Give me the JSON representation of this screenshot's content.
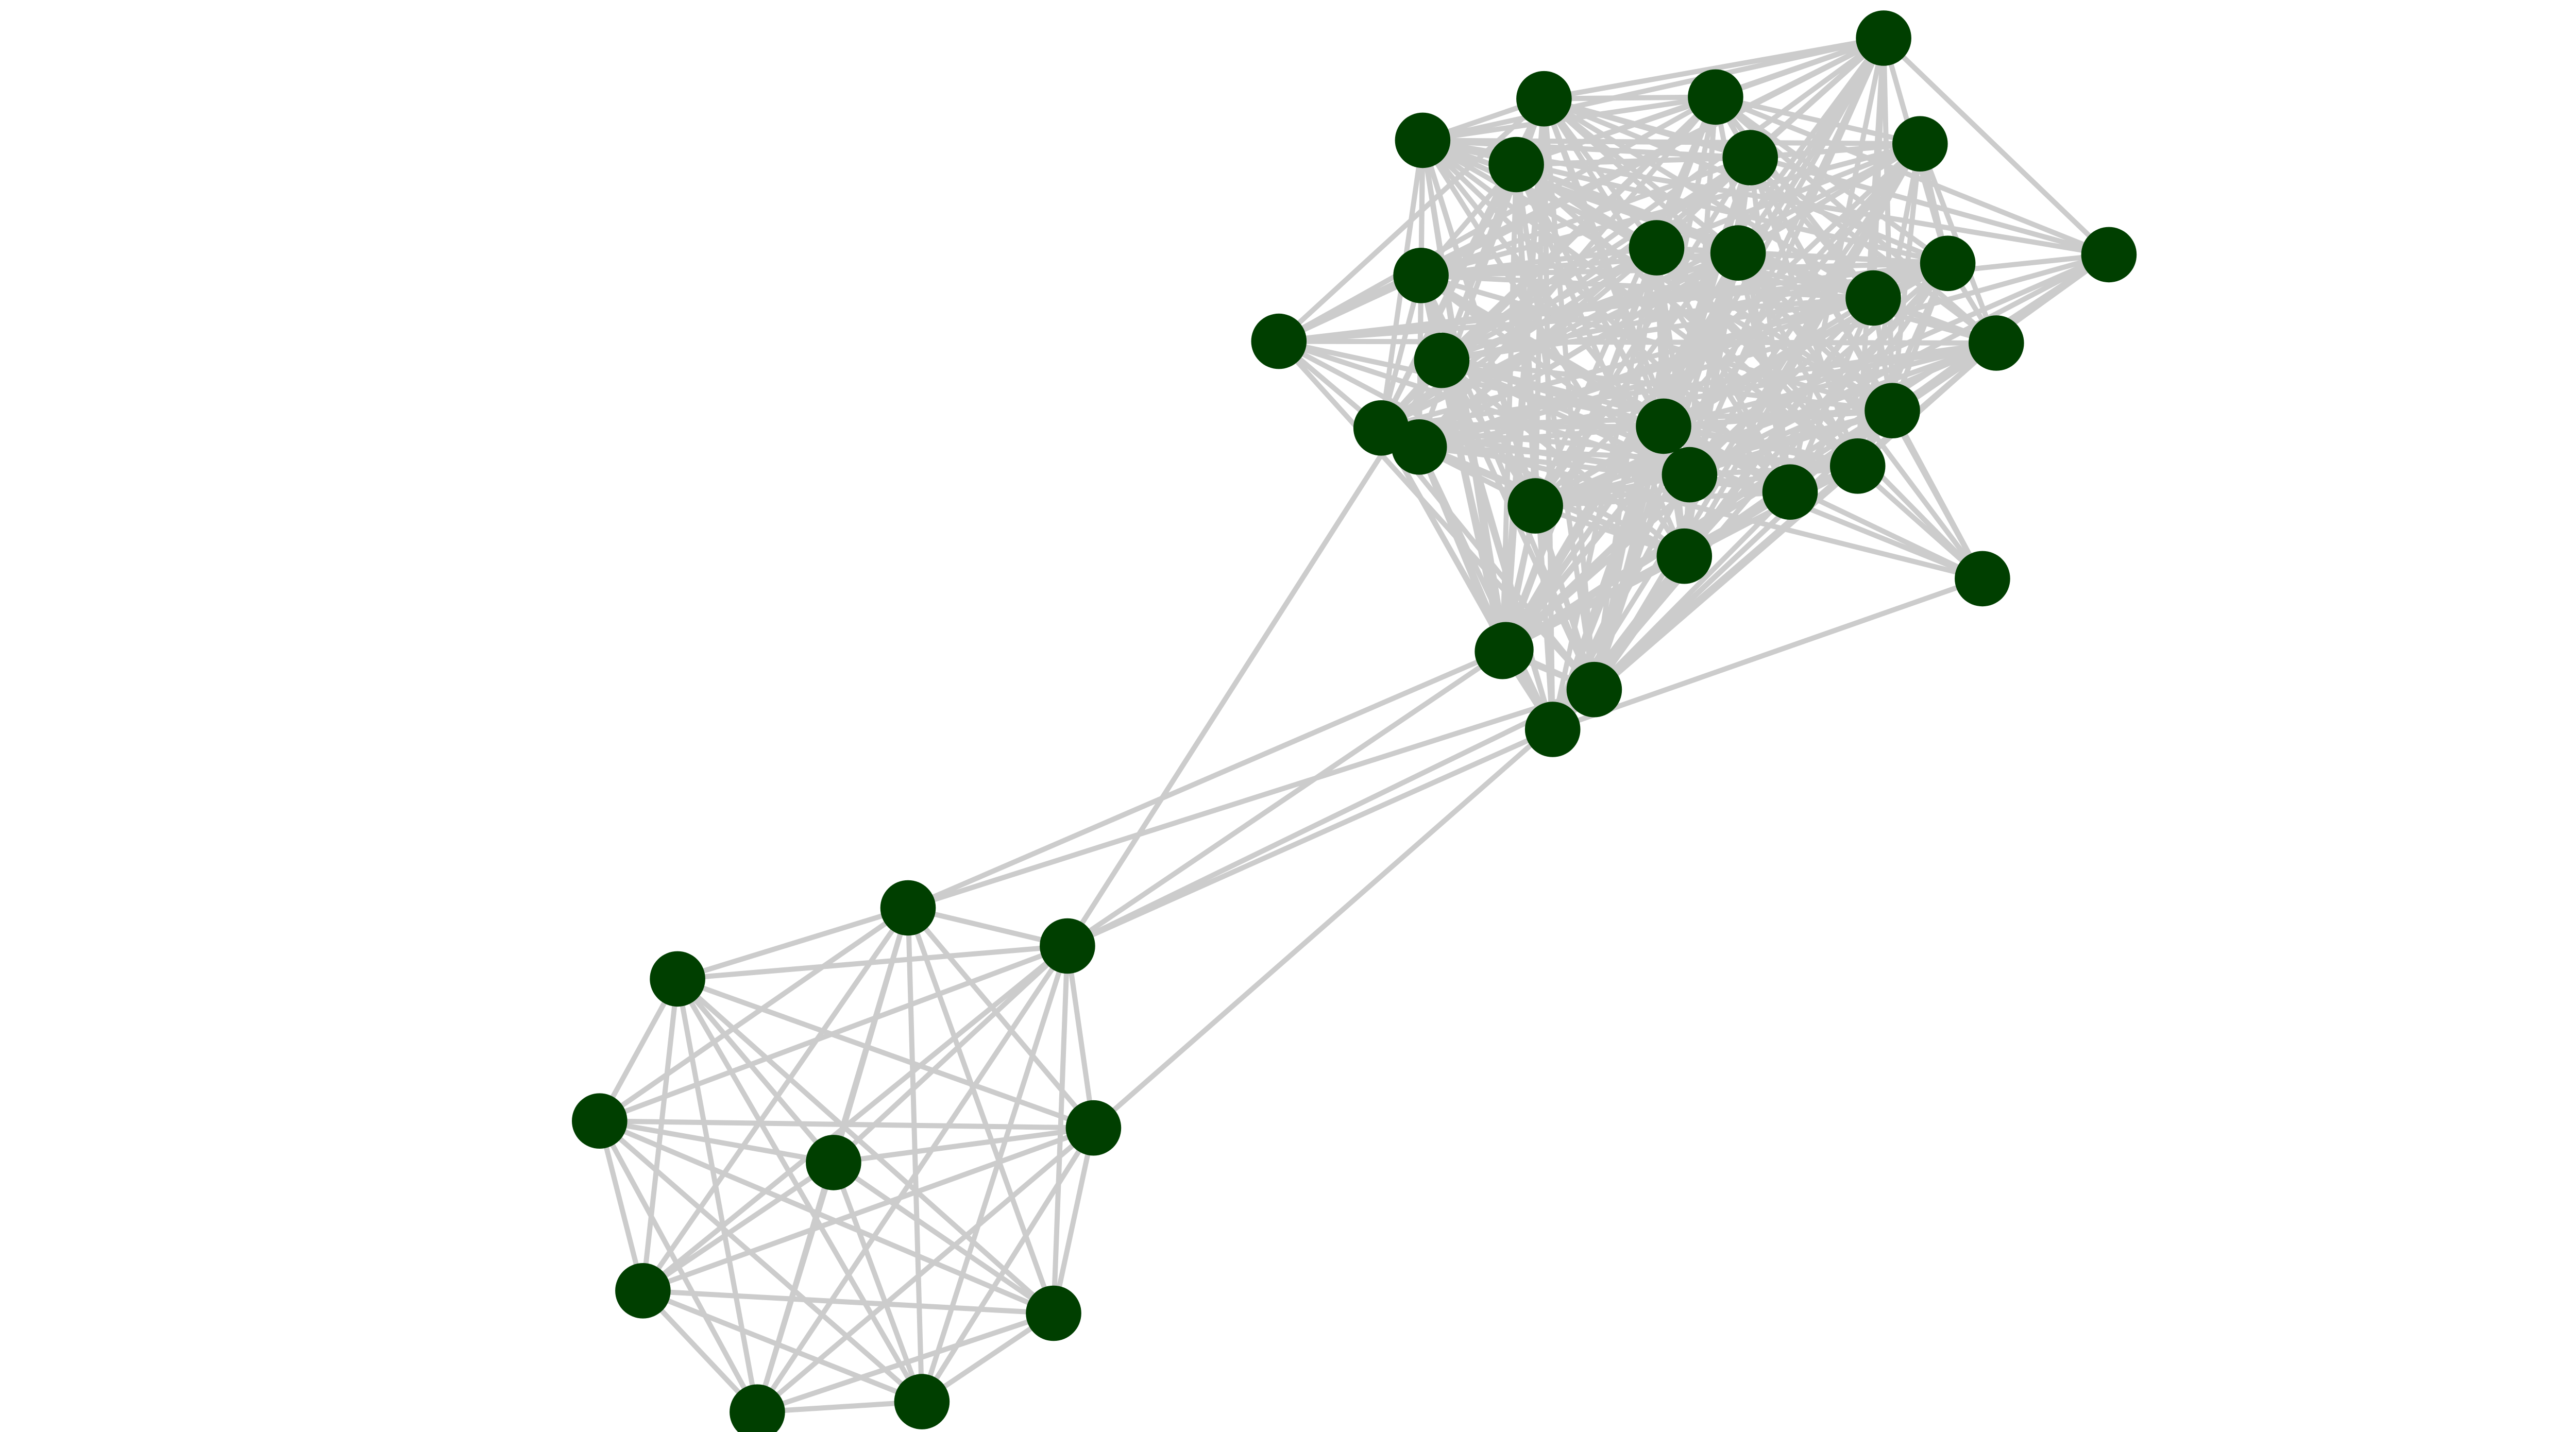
{
  "colors": {
    "background": "#ffffff",
    "node": "#003f00",
    "edge": "#cccccc"
  },
  "graph": {
    "node_ids": [
      "n1",
      "n2",
      "n3",
      "n4",
      "n5",
      "n6",
      "n7",
      "n8",
      "n9",
      "n10",
      "n11",
      "n12",
      "n13",
      "n14",
      "n15",
      "n16",
      "n17",
      "n18",
      "n19",
      "n20",
      "n21",
      "n22",
      "n23",
      "n24",
      "n25",
      "n26",
      "n27",
      "n28",
      "n29",
      "n30",
      "n31",
      "n32",
      "n33",
      "n34",
      "n35",
      "n36",
      "n37",
      "n38",
      "n39",
      "n40"
    ],
    "clusters": [
      {
        "nodes": [
          "n1",
          "n2",
          "n3",
          "n4",
          "n5",
          "n6",
          "n7",
          "n8",
          "n9",
          "n10",
          "n11",
          "n12",
          "n13",
          "n14",
          "n15",
          "n16",
          "n17",
          "n18",
          "n19",
          "n20",
          "n21",
          "n22",
          "n23",
          "n24",
          "n25",
          "n26",
          "n27",
          "n28",
          "n29",
          "n30"
        ]
      },
      {
        "nodes": [
          "n31",
          "n32",
          "n33",
          "n34",
          "n35",
          "n36",
          "n37",
          "n38",
          "n39",
          "n40"
        ]
      }
    ],
    "bridge_edges": [
      [
        "n28",
        "n31"
      ],
      [
        "n28",
        "n32"
      ],
      [
        "n28",
        "n34"
      ],
      [
        "n29",
        "n32"
      ],
      [
        "n30",
        "n32"
      ],
      [
        "n30",
        "n31"
      ],
      [
        "n16",
        "n32"
      ],
      [
        "n22",
        "n29"
      ],
      [
        "n22",
        "n30"
      ],
      [
        "n18",
        "n28"
      ]
    ]
  }
}
